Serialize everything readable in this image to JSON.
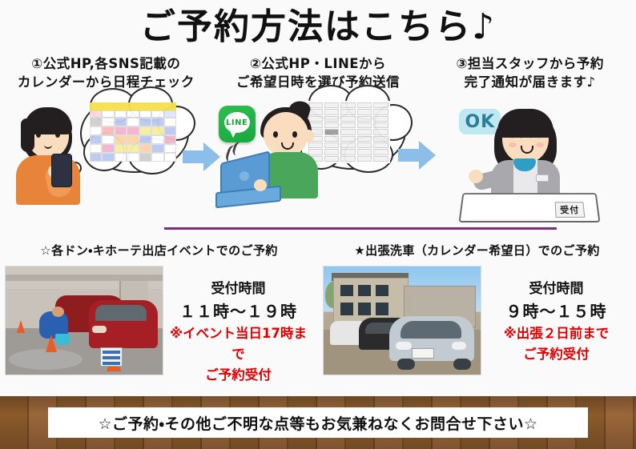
{
  "title": "ご予約方法はこちら♪",
  "steps": [
    {
      "heading_line1": "①公式HP,各SNS記載の",
      "heading_line2": "カレンダーから日程チェック",
      "art": {
        "phone_label": "smartphone",
        "bubble_label": "calendar"
      }
    },
    {
      "heading_line1": "②公式HP・LINEから",
      "heading_line2": "ご希望日時を選び予約送信",
      "art": {
        "line_label": "LINE",
        "laptop_label": "laptop",
        "bubble_label": "booking-grid"
      }
    },
    {
      "heading_line1": "③担当スタッフから予約",
      "heading_line2": "完了通知が届きます♪",
      "art": {
        "ok_label": "OK",
        "counter_label": "受付"
      }
    }
  ],
  "sections": [
    {
      "heading": "☆各ドン・キホーテ出店イベントでのご予約",
      "photo_alt": "car-wash-at-event",
      "hours": {
        "label": "受付時間",
        "time": "１１時〜１９時",
        "note_line1": "※イベント当日17時まで",
        "note_line2": "ご予約受付"
      }
    },
    {
      "heading": "★出張洗車（カレンダー希望日）でのご予約",
      "photo_alt": "parked-cars-outdoor",
      "hours": {
        "label": "受付時間",
        "time": "９時〜１５時",
        "note_line1": "※出張２日前まで",
        "note_line2": "ご予約受付"
      }
    }
  ],
  "banner": {
    "text": "☆ご予約・その他ご不明な点等もお気兼ねなくお問合せ下さい☆"
  },
  "colors": {
    "arrow": "#8bbee8",
    "divider": "#7b2d7b",
    "note_red": "#e00000",
    "line_green": "#17a93c",
    "ok_badge_bg": "#bfe8f2",
    "ok_badge_text": "#2a7f97",
    "banner_wood": "#8a5a2b"
  }
}
